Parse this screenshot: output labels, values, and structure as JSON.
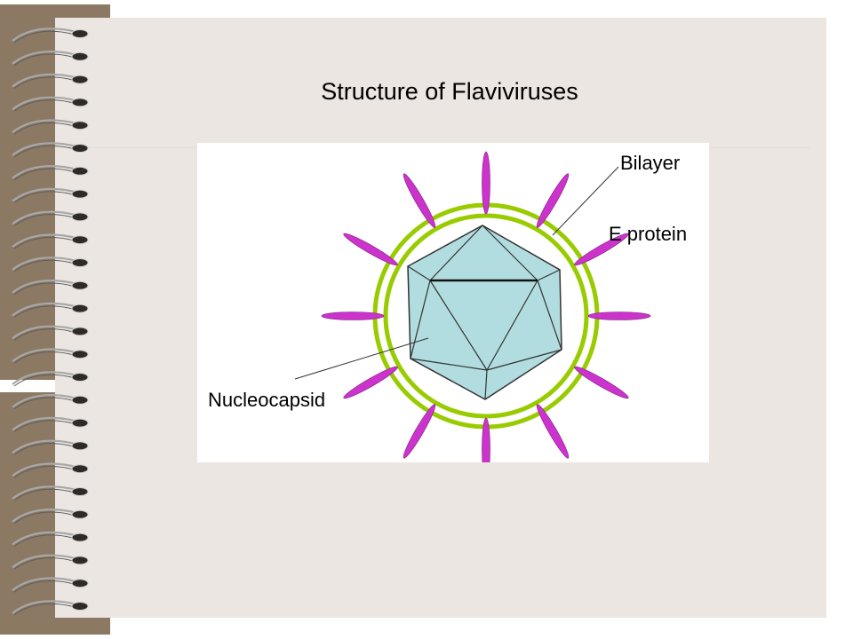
{
  "slide": {
    "title": "Structure of Flaviviruses"
  },
  "diagram": {
    "labels": {
      "bilayer": "Bilayer",
      "e_protein": "E protein",
      "nucleocapsid": "Nucleocapsid"
    },
    "colors": {
      "bilayer": "#99cc00",
      "e_protein": "#cc33cc",
      "nucleocapsid": "#b2dde0",
      "binder": "#8c7963",
      "page": "#ebe6e2"
    }
  }
}
